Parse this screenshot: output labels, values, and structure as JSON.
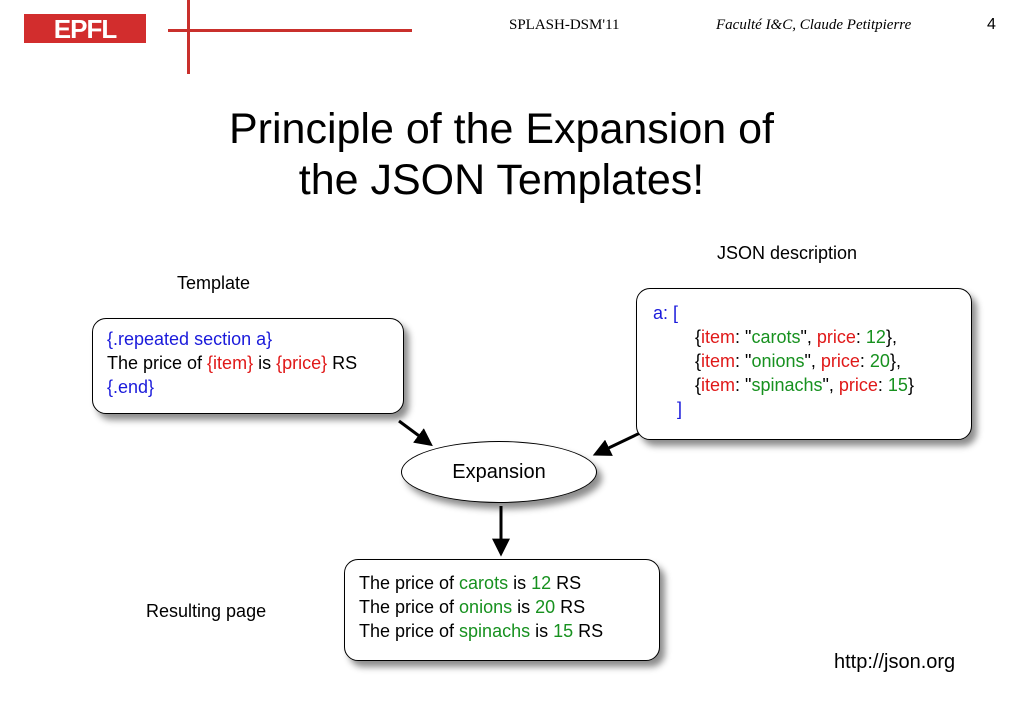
{
  "header": {
    "logo_text": "EPFL",
    "conference": "SPLASH-DSM'11",
    "author": "Faculté I&C, Claude Petitpierre",
    "page_number": "4"
  },
  "title": {
    "line1": "Principle of the Expansion of",
    "line2": "the JSON Templates!"
  },
  "labels": {
    "template": "Template",
    "json_description": "JSON description",
    "resulting_page": "Resulting page",
    "url": "http://json.org"
  },
  "template_box": {
    "line1": "{.repeated section a}",
    "line2_prefix": "The price of ",
    "item_placeholder": "{item}",
    "line2_is": " is ",
    "price_placeholder": "{price}",
    "line2_suffix": " RS",
    "line3": "{.end}"
  },
  "json_box": {
    "open": "a: [",
    "key_item": "item",
    "key_price": "price",
    "entries": [
      {
        "item": "carots",
        "price": "12",
        "end": "},"
      },
      {
        "item": "onions",
        "price": "20",
        "end": "},"
      },
      {
        "item": "spinachs",
        "price": "15",
        "end": "}"
      }
    ],
    "close": "]"
  },
  "expansion": {
    "label": "Expansion"
  },
  "result_box": {
    "prefix": "The price of ",
    "is": " is ",
    "suffix": " RS",
    "rows": [
      {
        "item": "carots",
        "price": "12"
      },
      {
        "item": "onions",
        "price": "20"
      },
      {
        "item": "spinachs",
        "price": "15"
      }
    ]
  },
  "colors": {
    "epfl_red": "#d22d2d",
    "keyword_blue": "#1a1adb",
    "placeholder_red": "#e01818",
    "value_green": "#17911f"
  }
}
